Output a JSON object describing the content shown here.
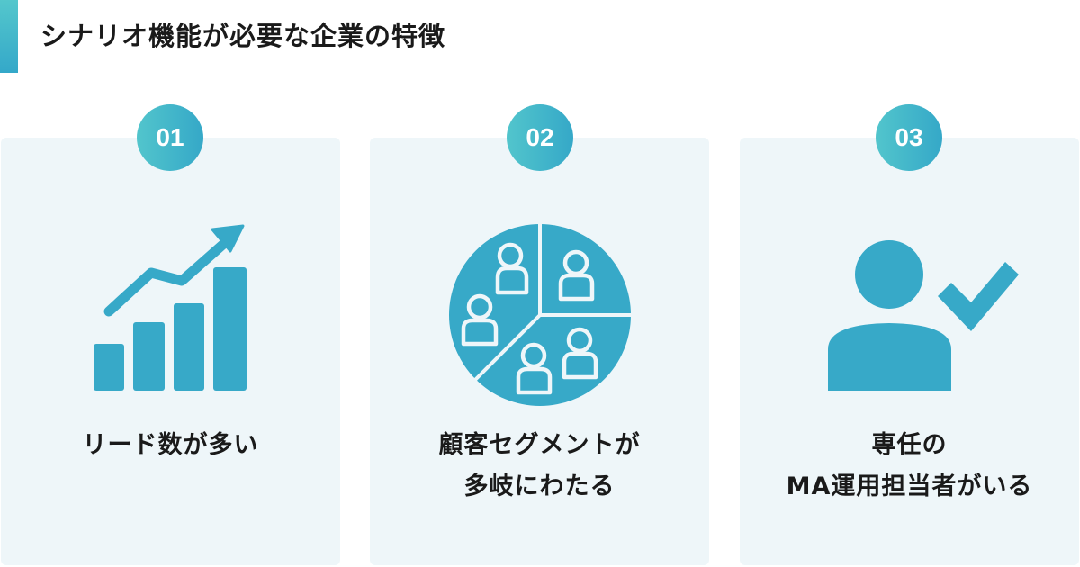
{
  "header": {
    "title": "シナリオ機能が必要な企業の特徴",
    "accent_gradient": [
      "#54c7cc",
      "#34a8c9"
    ]
  },
  "theme": {
    "card_background": "#eef6f9",
    "icon_color": "#37a9c8",
    "badge_gradient": [
      "#52c5cc",
      "#35a8c8"
    ],
    "text_color": "#1a1a1a"
  },
  "cards": [
    {
      "number": "01",
      "icon": "bar-chart-growth-icon",
      "label_lines": [
        "リード数が多い"
      ]
    },
    {
      "number": "02",
      "icon": "segmented-pie-people-icon",
      "label_lines": [
        "顧客セグメントが",
        "多岐にわたる"
      ]
    },
    {
      "number": "03",
      "icon": "person-check-icon",
      "label_lines": [
        "専任の",
        "MA運用担当者がいる"
      ]
    }
  ]
}
